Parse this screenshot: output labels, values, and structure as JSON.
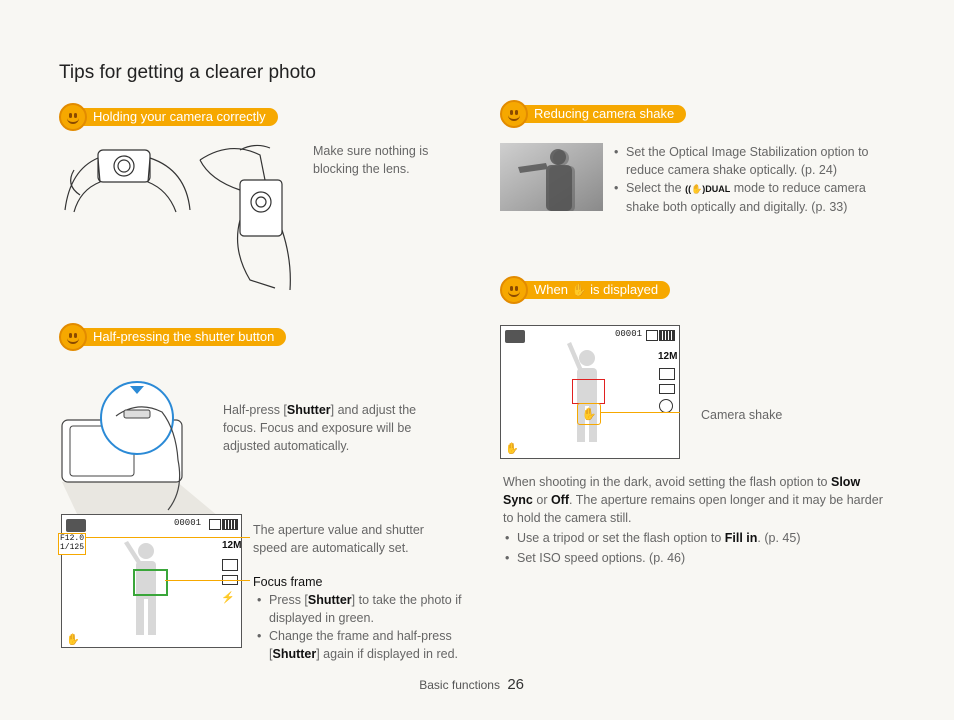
{
  "page_title": "Tips for getting a clearer photo",
  "sections": {
    "holding": {
      "header": "Holding your camera correctly",
      "text": "Make sure nothing is blocking the lens."
    },
    "half_press": {
      "header": "Half-pressing the shutter button",
      "intro_pre": "Half-press [",
      "intro_bold": "Shutter",
      "intro_post": "] and adjust the focus. Focus and exposure will be adjusted automatically.",
      "aperture_callout": "The aperture value and shutter speed are automatically set.",
      "focus_label": "Focus frame",
      "focus_bullet1_pre": "Press [",
      "focus_bullet1_bold": "Shutter",
      "focus_bullet1_post": "] to take the photo if displayed in green.",
      "focus_bullet2_pre": "Change the frame and half-press [",
      "focus_bullet2_bold": "Shutter",
      "focus_bullet2_post": "] again if displayed in red.",
      "screen": {
        "counter": "00001",
        "aperture": "F12.0",
        "shutter": "1/125",
        "size": "12M"
      }
    },
    "reducing": {
      "header": "Reducing camera shake",
      "bullet1": "Set the Optical Image Stabilization option to reduce camera shake optically. (p. 24)",
      "bullet2_pre": "Select the",
      "bullet2_icon_label": "DUAL",
      "bullet2_post": "mode to reduce camera shake both optically and digitally. (p. 33)"
    },
    "when": {
      "header_pre": "When",
      "header_post": "is displayed",
      "callout": "Camera shake",
      "screen": {
        "counter": "00001",
        "size": "12M"
      },
      "para_pre": "When shooting in the dark, avoid setting the flash option to",
      "para_bold1": "Slow Sync",
      "para_mid": " or ",
      "para_bold2": "Off",
      "para_post": ". The aperture remains open longer and it may be harder to hold the camera still.",
      "bullet1_pre": "Use a tripod or set the flash option to ",
      "bullet1_bold": "Fill in",
      "bullet1_post": ". (p. 45)",
      "bullet2": "Set ISO speed options. (p. 46)"
    }
  },
  "footer": {
    "section": "Basic functions",
    "page": "26"
  },
  "colors": {
    "accent": "#f6a800",
    "focus_green": "#3aa63a",
    "focus_red": "#e02020"
  }
}
